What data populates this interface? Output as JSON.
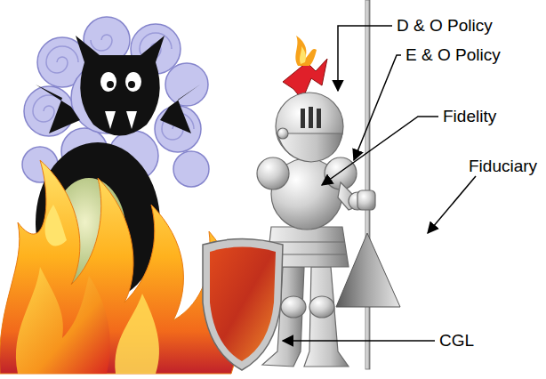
{
  "diagram": {
    "labels": [
      "D & O Policy",
      "E & O Policy",
      "Fidelity",
      "Fiduciary",
      "CGL"
    ]
  }
}
